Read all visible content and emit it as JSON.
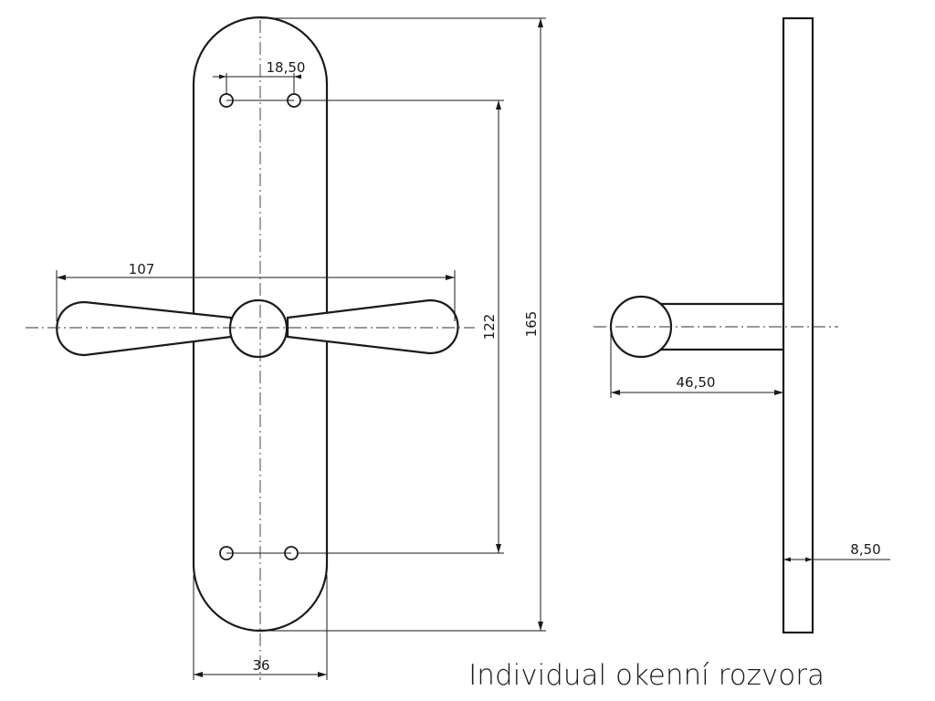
{
  "caption": "Individual okenní rozvora",
  "dimensions": {
    "hole_spacing": "18,50",
    "handle_length": "107",
    "hole_center_distance": "122",
    "plate_height": "165",
    "side_projection": "46,50",
    "plate_thickness": "8,50",
    "plate_width": "36"
  }
}
